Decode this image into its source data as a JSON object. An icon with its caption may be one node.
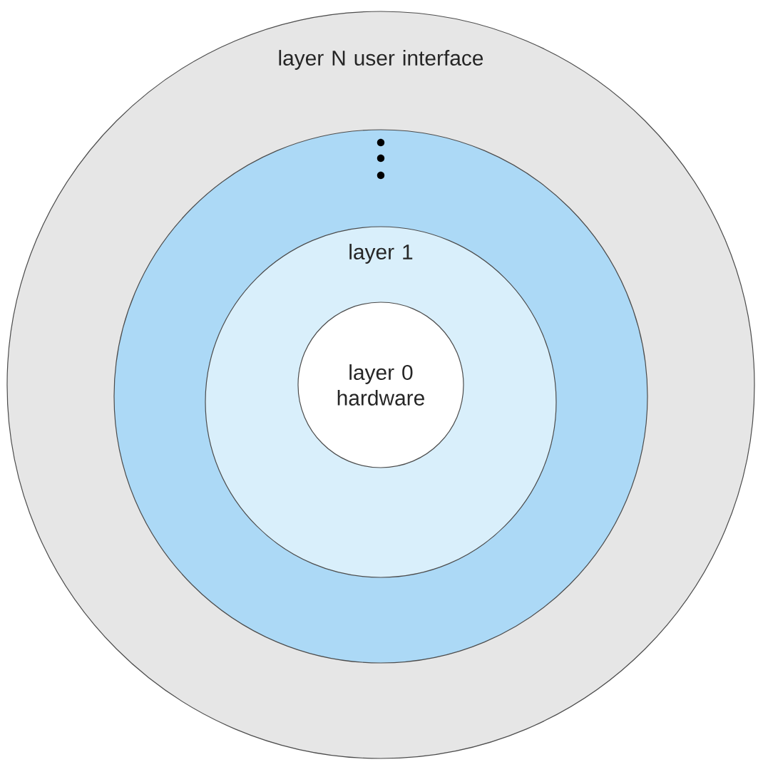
{
  "diagram": {
    "nodes": [
      {
        "text": [
          "layer N user interface"
        ]
      },
      {
        "text": [],
        "shape": "circle",
        "in": 0
      },
      {
        "text": [
          "layer 1"
        ],
        "in": 1
      },
      {
        "text": [
          "layer 0 hardware"
        ],
        "in": 2
      }
    ]
  }
}
